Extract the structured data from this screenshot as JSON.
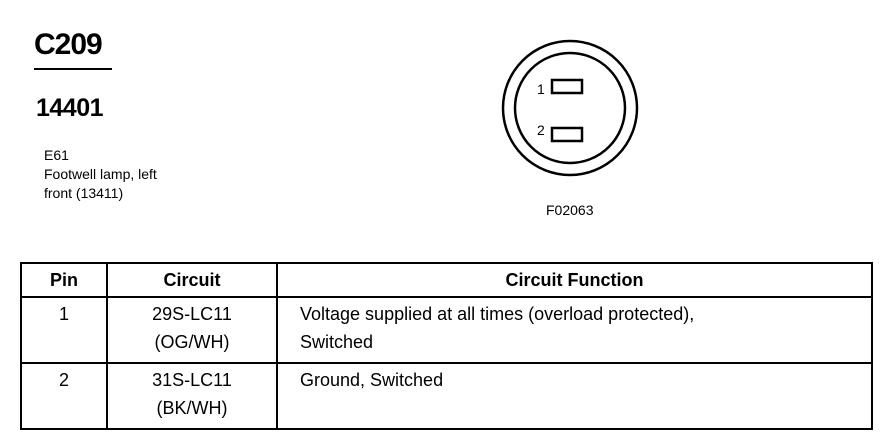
{
  "connector": {
    "id": "C209",
    "part_number": "14401",
    "component_code": "E61",
    "component_desc_line1": "Footwell lamp, left",
    "component_desc_line2": "front (13411)",
    "figure_ref": "F02063",
    "pin_labels": [
      "1",
      "2"
    ]
  },
  "table": {
    "headers": [
      "Pin",
      "Circuit",
      "Circuit Function"
    ],
    "rows": [
      {
        "pin": "1",
        "circuit_line1": "29S-LC11",
        "circuit_line2": "(OG/WH)",
        "function_line1": "Voltage supplied at all times (overload protected),",
        "function_line2": "Switched"
      },
      {
        "pin": "2",
        "circuit_line1": "31S-LC11",
        "circuit_line2": "(BK/WH)",
        "function_line1": "Ground, Switched",
        "function_line2": ""
      }
    ]
  }
}
